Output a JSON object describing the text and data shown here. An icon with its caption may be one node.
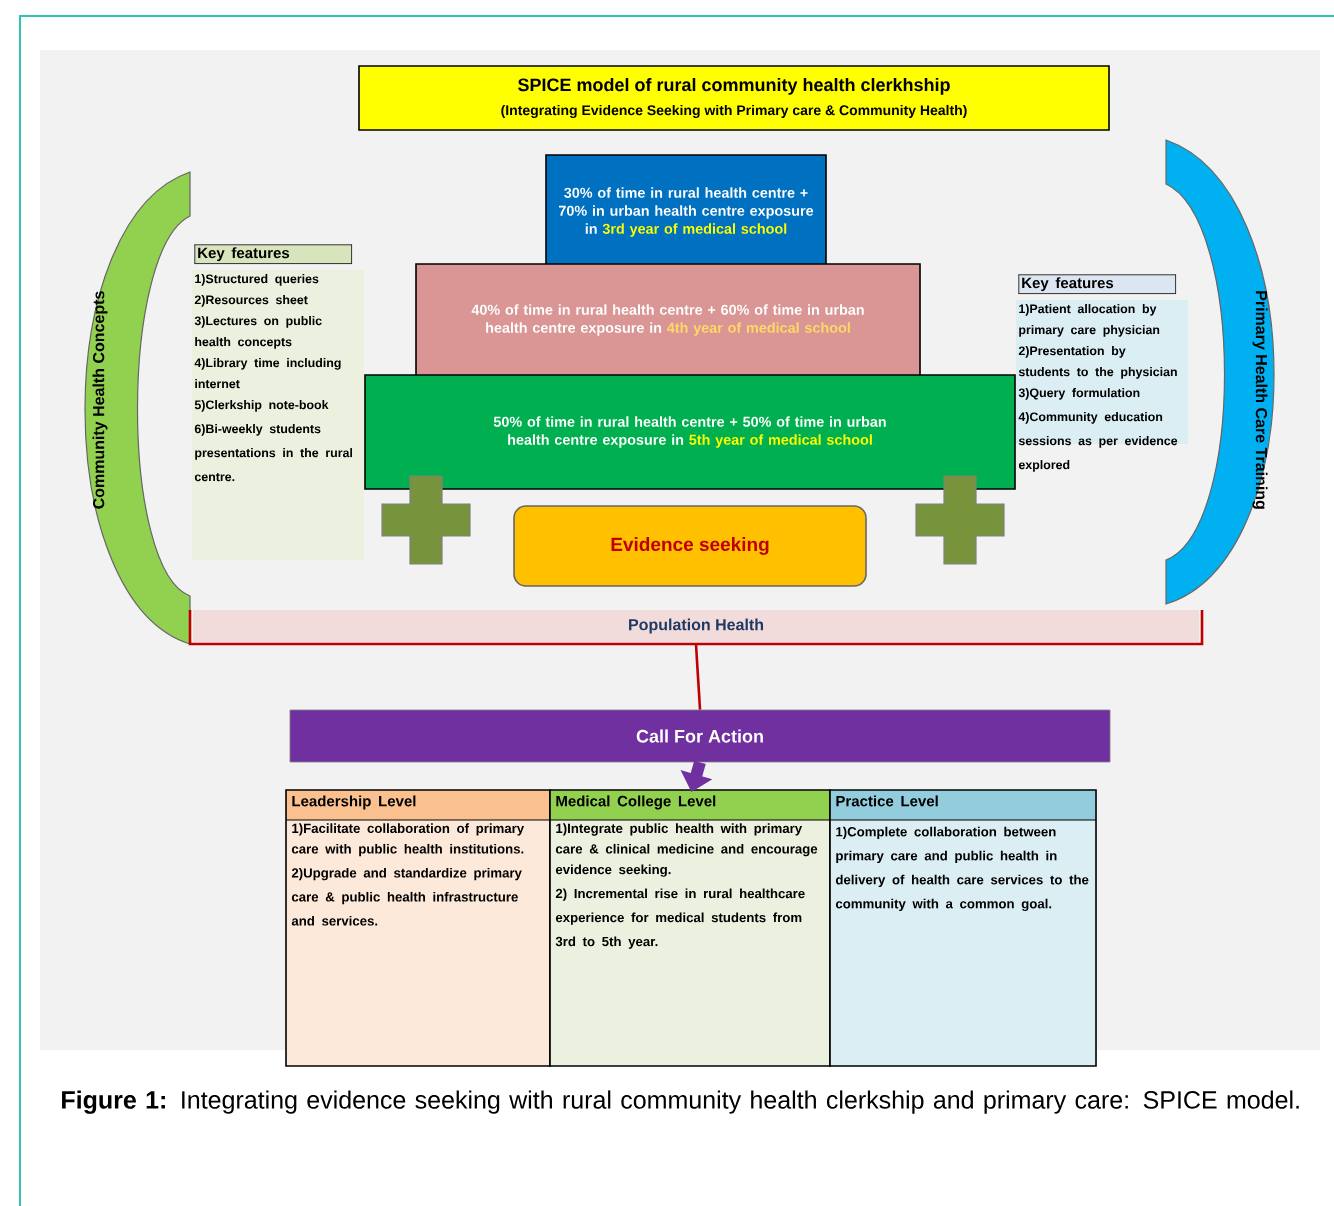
{
  "diagram": {
    "caption": "**Figure 1:** Integrating evidence seeking with rural community health clerkship and primary care: SPICE model.",
    "nodes": [
      {
        "text": [
          "SPICE model of rural community health clerkhship",
          "(Integrating Evidence Seeking with Primary care & Community Health)"
        ]
      },
      {
        "text": [
          "30% of time in rural health centre + 70% in urban health centre exposure in",
          "3rd year of medical school"
        ]
      },
      {
        "text": [
          "40% of time in rural health centre + 60% of time in urban health centre exposure in",
          "4th year of medical school"
        ]
      },
      {
        "text": [
          "50% of time in rural health centre + 50% of time in urban health centre exposure in",
          "5th year of medical school"
        ]
      },
      {
        "text": [
          "Community Health Concepts"
        ]
      },
      {
        "text": [
          "Key features",
          "1)Structured queries",
          "2)Resources sheet",
          "3)Lectures on public health concepts",
          "4)Library time including internet",
          "5)Clerkship note-book",
          "6)Bi-weekly students presentations in the rural centre."
        ]
      },
      {
        "text": [
          "Key features",
          "1)Patient allocation by primary care physician",
          "2)Presentation by students to the physician",
          "3)Query formulation",
          "4)Community education sessions as per evidence explored"
        ]
      },
      {
        "text": [
          "Primary Health Care Training"
        ]
      },
      {
        "text": [
          "Evidence seeking"
        ]
      },
      {
        "text": [
          "Population Health"
        ]
      },
      {
        "text": [
          "Call For Action"
        ]
      },
      {
        "text": [
          "Leadership Level",
          "1)Facilitate collaboration of primary care with public health institutions.",
          "2)Upgrade and standardize primary care & public health infrastructure and services."
        ]
      },
      {
        "text": [
          "Medical College Level",
          "1)Integrate public health with primary care & clinical medicine and encourage evidence seeking.",
          "2) Incremental rise in rural healthcare experience for medical students from 3rd to 5th year."
        ]
      },
      {
        "text": [
          "Practice Level",
          "1)Complete collaboration between primary care and public health in delivery of health care services to the community with a common goal."
        ]
      }
    ],
    "edges": [
      {
        "from": 9,
        "to": 10,
        "arrow": "none",
        "color": "#c00000"
      },
      {
        "from": 10,
        "to": 12,
        "arrow": "to",
        "style": "thick",
        "color": "#7030a0"
      }
    ]
  }
}
